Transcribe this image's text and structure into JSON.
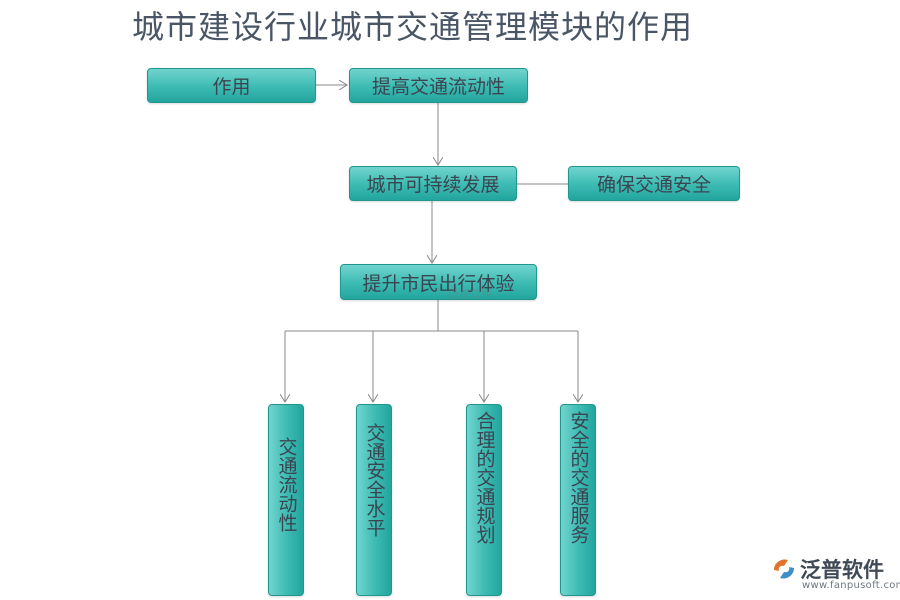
{
  "title": "城市建设行业城市交通管理模块的作用",
  "nodes": {
    "role": "作用",
    "improve_flow": "提高交通流动性",
    "sustainable": "城市可持续发展",
    "ensure_safety": "确保交通安全",
    "experience": "提升市民出行体验",
    "flow": "交通流动性",
    "safety_level": "交通安全水平",
    "planning": "合理的交通规划",
    "service": "安全的交通服务"
  },
  "watermark": "泛普软件",
  "logo": {
    "name": "泛普软件",
    "url": "www.fanpusoft.com"
  },
  "colors": {
    "box_fill": "#3fbdb4",
    "box_border": "#1f978f",
    "line": "#8a8a8a",
    "title": "#4a5666"
  }
}
